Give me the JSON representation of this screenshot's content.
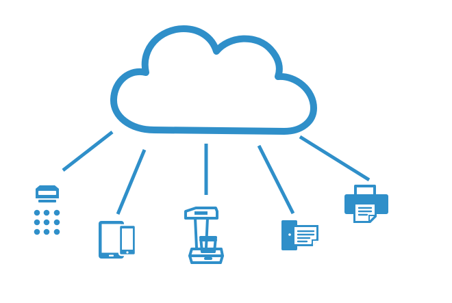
{
  "diagram": {
    "accent_color": "#2f8fc9",
    "background_color": "#ffffff",
    "center": {
      "icon": "cloud-icon"
    },
    "devices": [
      {
        "id": "dispenser",
        "icon": "dispenser-keypad-icon"
      },
      {
        "id": "tablet-phone",
        "icon": "tablet-phone-icon"
      },
      {
        "id": "balance",
        "icon": "lab-balance-icon"
      },
      {
        "id": "terminal",
        "icon": "receipt-terminal-icon"
      },
      {
        "id": "printer",
        "icon": "printer-icon"
      }
    ]
  }
}
